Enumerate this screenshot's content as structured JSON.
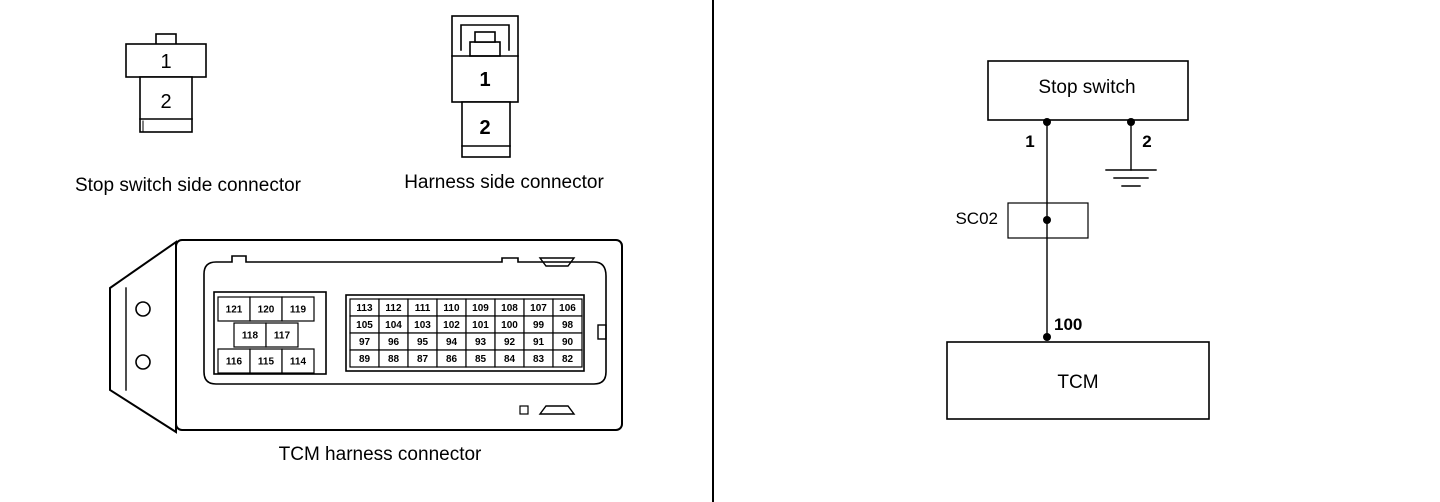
{
  "connectors": {
    "stop_switch_side": {
      "caption": "Stop switch side connector",
      "pins": [
        "1",
        "2"
      ]
    },
    "harness_side": {
      "caption": "Harness side connector",
      "pins": [
        "1",
        "2"
      ]
    },
    "tcm_harness": {
      "caption": "TCM harness connector",
      "left_block_rows": [
        [
          "121",
          "120",
          "119"
        ],
        [
          "118",
          "117"
        ],
        [
          "116",
          "115",
          "114"
        ]
      ],
      "right_block_rows": [
        [
          "113",
          "112",
          "111",
          "110",
          "109",
          "108",
          "107",
          "106"
        ],
        [
          "105",
          "104",
          "103",
          "102",
          "101",
          "100",
          "99",
          "98"
        ],
        [
          "97",
          "96",
          "95",
          "94",
          "93",
          "92",
          "91",
          "90"
        ],
        [
          "89",
          "88",
          "87",
          "86",
          "85",
          "84",
          "83",
          "82"
        ]
      ]
    }
  },
  "circuit": {
    "stop_switch_label": "Stop switch",
    "pin_1_label": "1",
    "pin_2_label": "2",
    "splice_label": "SC02",
    "tcm_pin_label": "100",
    "tcm_label": "TCM"
  }
}
